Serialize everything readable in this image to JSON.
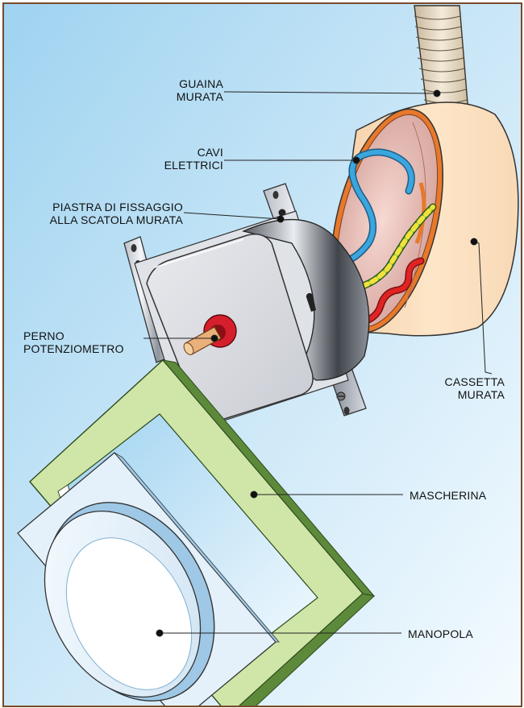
{
  "labels": {
    "guaina": [
      "GUAINA",
      "MURATA"
    ],
    "cavi": [
      "CAVI",
      "ELETTRICI"
    ],
    "piastra": [
      "PIASTRA DI FISSAGGIO",
      "ALLA SCATOLA MURATA"
    ],
    "perno": [
      "PERNO",
      "POTENZIOMETRO"
    ],
    "cassetta": [
      "CASSETTA",
      "MURATA"
    ],
    "mascherina": [
      "MASCHERINA"
    ],
    "manopola": [
      "MANOPOLA"
    ]
  },
  "colors": {
    "frame": "#7a4a2a",
    "background_top": "#9fd3f0",
    "background_bottom": "#f4fbff",
    "box_fill": "#fde3c2",
    "box_rim": "#e8782a",
    "cable_blue": "#3aa6dd",
    "cable_red": "#e02424",
    "cable_green": "#5fb03a",
    "cable_yellow": "#f0e23a",
    "plate_green_face": "#cfe6a8",
    "plate_green_edge": "#5d8a3a",
    "knob_fill": "#e4f1fa",
    "knob_edge": "#9ec8e6",
    "pin_red": "#d61f2c",
    "pin_brass": "#e9b07a"
  }
}
